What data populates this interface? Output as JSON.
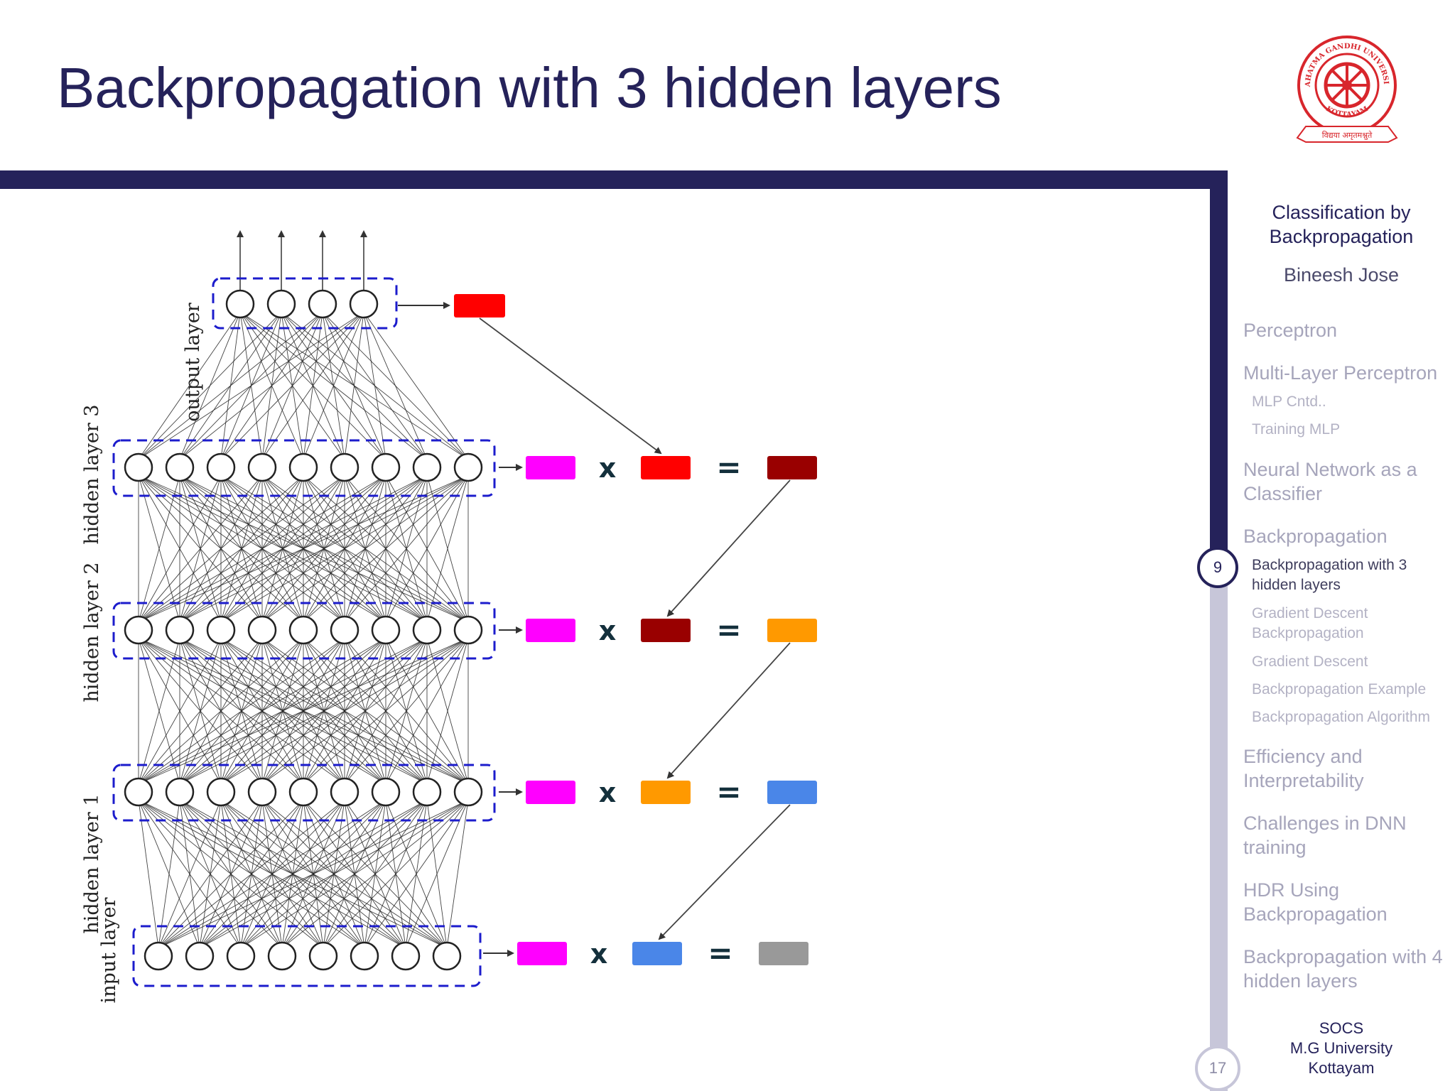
{
  "slide": {
    "title": "Backpropagation with 3 hidden layers"
  },
  "logo": {
    "name": "mahatma-gandhi-university-seal",
    "ring_text_top": "MAHATMA GANDHI UNIVERSITY",
    "ring_text_bottom": "KOTTAYAM",
    "banner_text": "विद्यया अमृतमश्नुते",
    "color": "#d8262c"
  },
  "colors": {
    "theme": "#25225a",
    "nav_light": "#c7c6d9",
    "node_lines": "#222222",
    "dashed_box": "#1c1ccc"
  },
  "sidebar": {
    "presentation_title": "Classification by Backpropagation",
    "author": "Bineesh Jose",
    "sections": [
      {
        "label": "Perceptron"
      },
      {
        "label": "Multi-Layer Perceptron"
      },
      {
        "label": "MLP Cntd.."
      },
      {
        "label": "Training MLP"
      },
      {
        "label": "Neural Network as a Classifier"
      },
      {
        "label": "Backpropagation"
      },
      {
        "label": "Backpropagation with 3 hidden layers"
      },
      {
        "label": "Gradient Descent Backpropagation"
      },
      {
        "label": "Gradient Descent"
      },
      {
        "label": "Backpropagation Example"
      },
      {
        "label": "Backpropagation Algorithm"
      },
      {
        "label": "Efficiency and Interpretability"
      },
      {
        "label": "Challenges in DNN training"
      },
      {
        "label": "HDR Using Backpropagation"
      },
      {
        "label": "Backpropagation with 4 hidden layers"
      }
    ],
    "footer": {
      "line1": "SOCS",
      "line2": "M.G University",
      "line3": "Kottayam"
    },
    "current_page": "9",
    "total_pages": "17"
  },
  "diagram": {
    "layer_labels": {
      "output": "output layer",
      "hidden3": "hidden layer 3",
      "hidden2": "hidden layer 2",
      "hidden1": "hidden layer 1",
      "input": "input layer"
    },
    "times_symbol": "x",
    "equals_symbol": "=",
    "layers": [
      {
        "id": "output",
        "nodes": 4
      },
      {
        "id": "hidden3",
        "nodes": 9
      },
      {
        "id": "hidden2",
        "nodes": 9
      },
      {
        "id": "hidden1",
        "nodes": 9
      },
      {
        "id": "input",
        "nodes": 8
      }
    ],
    "output_error_color": "#ff0000",
    "rows": [
      {
        "layer": "hidden3",
        "a": "#ff00ff",
        "b": "#ff0000",
        "result": "#990000"
      },
      {
        "layer": "hidden2",
        "a": "#ff00ff",
        "b": "#990000",
        "result": "#ff9900"
      },
      {
        "layer": "hidden1",
        "a": "#ff00ff",
        "b": "#ff9900",
        "result": "#4a86e8"
      },
      {
        "layer": "input",
        "a": "#ff00ff",
        "b": "#4a86e8",
        "result": "#999999"
      }
    ]
  }
}
